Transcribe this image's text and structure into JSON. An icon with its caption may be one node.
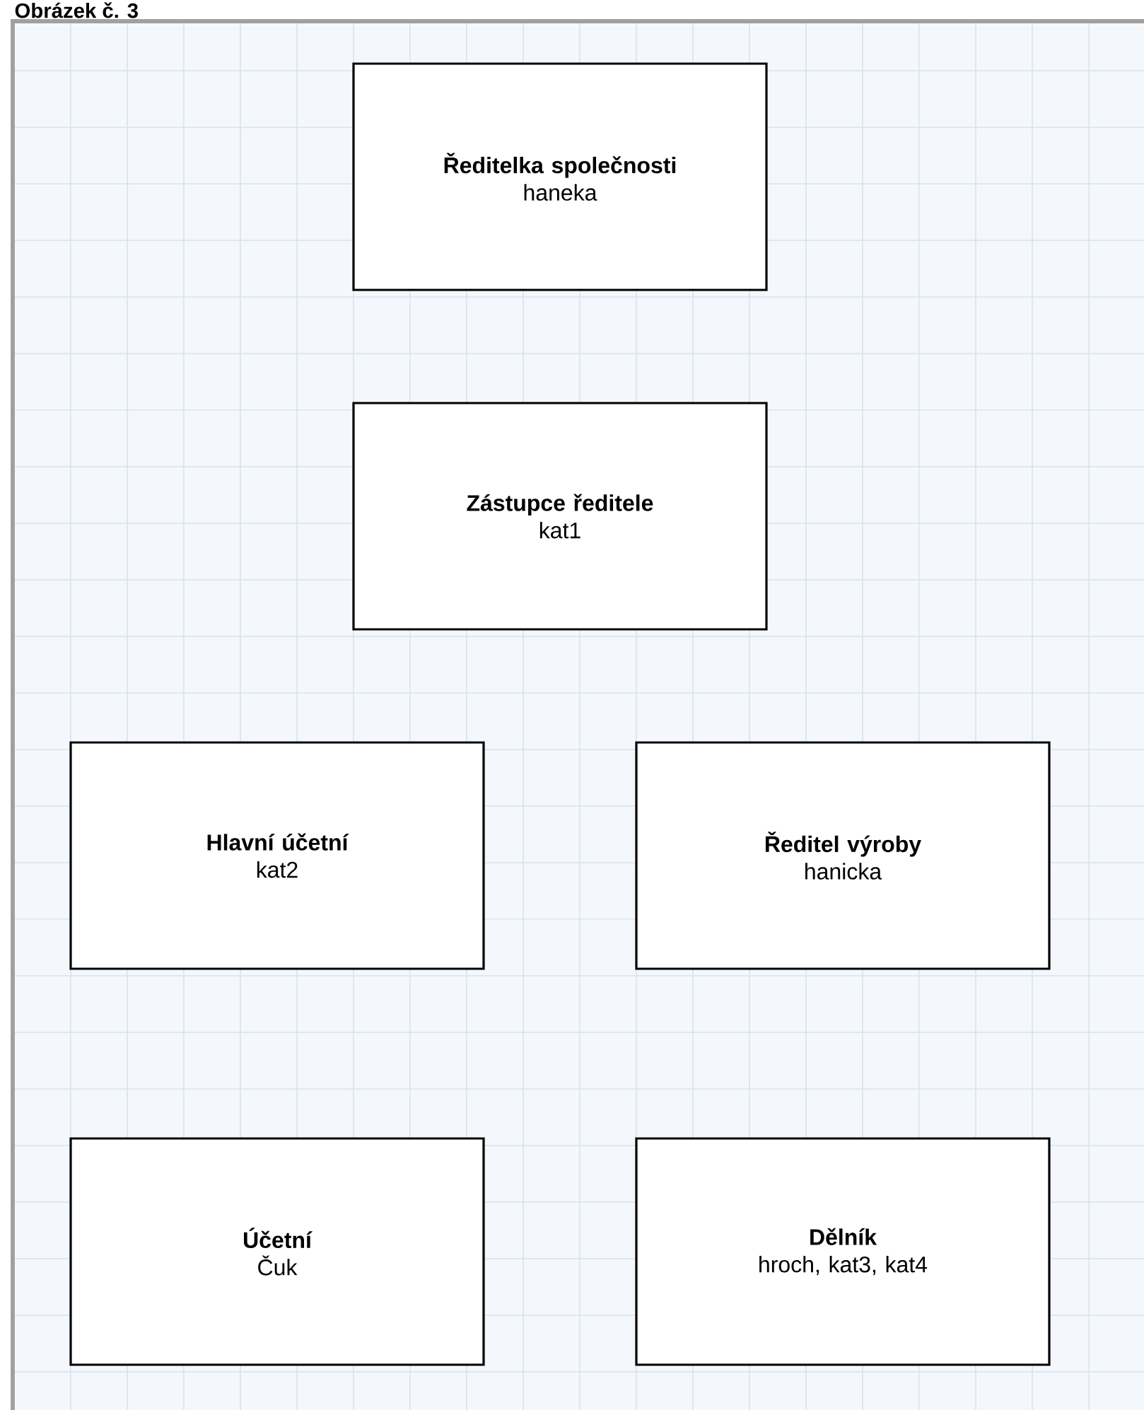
{
  "diagram": {
    "title": "Obrázek č. 3",
    "nodes": [
      {
        "text": [
          "Ředitelka společnosti",
          "haneka"
        ]
      },
      {
        "text": [
          "Zástupce ředitele",
          "kat1"
        ]
      },
      {
        "text": [
          "Hlavní účetní",
          "kat2"
        ]
      },
      {
        "text": [
          "Ředitel výroby",
          "hanicka"
        ]
      },
      {
        "text": [
          "Účetní",
          "Čuk"
        ]
      },
      {
        "text": [
          "Dělník",
          "hroch, kat3, kat4"
        ]
      }
    ]
  }
}
